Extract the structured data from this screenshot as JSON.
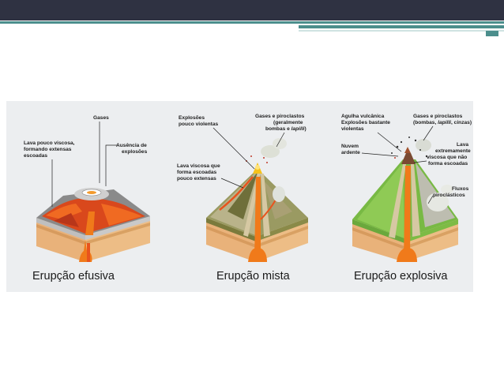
{
  "panels": {
    "efusiva": {
      "caption": "Erupção efusiva",
      "labels": {
        "gases": "Gases",
        "lava_line1": "Lava pouco viscosa,",
        "lava_line2": "formando extensas",
        "lava_line3": "escoadas",
        "ausencia_line1": "Ausência de",
        "ausencia_line2": "explosões"
      }
    },
    "mista": {
      "caption": "Erupção mista",
      "labels": {
        "explosoes_line1": "Explosões",
        "explosoes_line2": "pouco violentas",
        "gases_line1": "Gases e piroclastos",
        "gases_line2": "(geralmente",
        "gases_line3_a": "bombas e ",
        "gases_line3_b": "lapilli",
        "gases_line3_c": ")",
        "lava_line1": "Lava viscosa que",
        "lava_line2": "forma escoadas",
        "lava_line3": "pouco extensas"
      }
    },
    "explosiva": {
      "caption": "Erupção explosiva",
      "labels": {
        "agulha_line1": "Agulha vulcânica",
        "agulha_line2": "Explosões bastante",
        "agulha_line3": "violentas",
        "gases_line1": "Gases e piroclastos",
        "gases_line2_a": "(bombas, ",
        "gases_line2_b": "lapilli",
        "gases_line2_c": ", cinzas)",
        "nuvem_line1": "Nuvem",
        "nuvem_line2": "ardente",
        "lava_line1": "Lava",
        "lava_line2": "extremamente",
        "lava_line3": "viscosa que não",
        "lava_line4": "forma escoadas",
        "fluxos_line1": "Fluxos",
        "fluxos_line2": "piroclásticos"
      }
    }
  },
  "colors": {
    "header": "#2f3242",
    "accent": "#4b8e8c",
    "lava": "#e8531d",
    "magma": "#f07a1a",
    "rock": "#e9b27a",
    "green": "#78b944"
  }
}
